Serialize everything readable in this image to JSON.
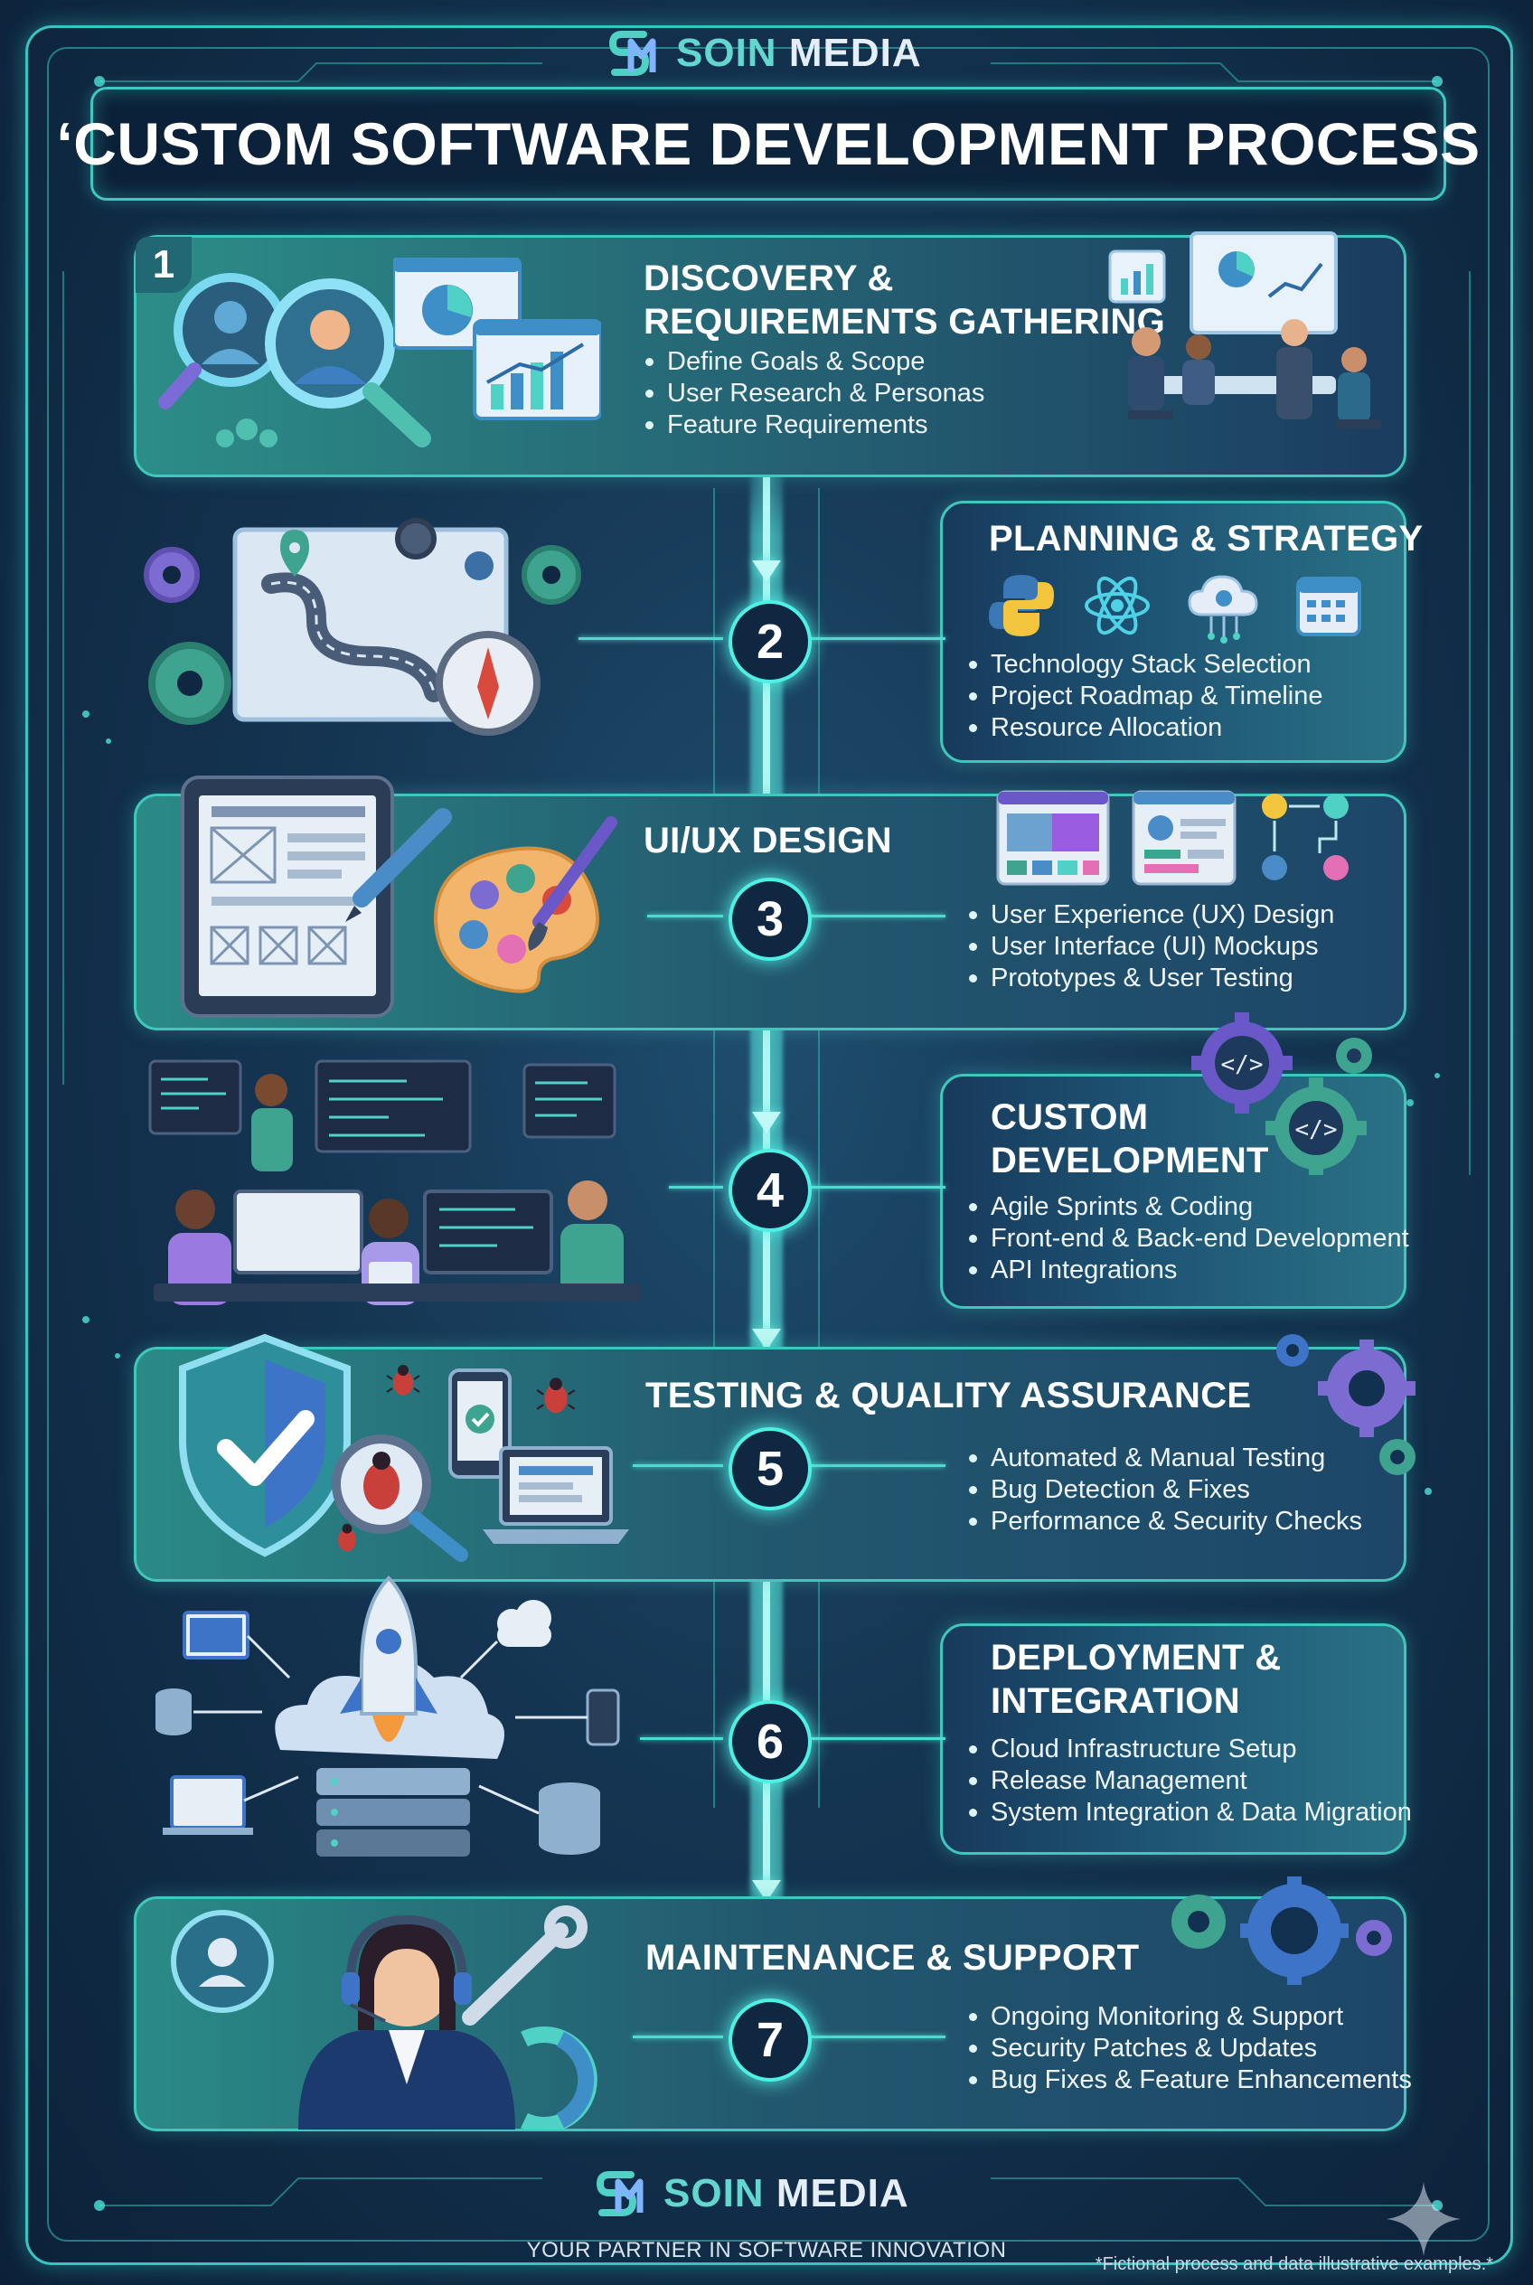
{
  "brand": {
    "name_part1": "SOIN",
    "name_part2": "MEDIA",
    "monogram": "SM"
  },
  "title": "‘CUSTOM SOFTWARE DEVELOPMENT PROCESS",
  "steps": [
    {
      "number": "1",
      "heading_line1": "DISCOVERY &",
      "heading_line2": "REQUIREMENTS GATHERING",
      "bullets": [
        "Define Goals & Scope",
        "User Research & Personas",
        "Feature Requirements"
      ]
    },
    {
      "number": "2",
      "heading_line1": "PLANNING & STRATEGY",
      "heading_line2": "",
      "bullets": [
        "Technology Stack Selection",
        "Project Roadmap & Timeline",
        "Resource Allocation"
      ]
    },
    {
      "number": "3",
      "heading_line1": "UI/UX DESIGN",
      "heading_line2": "",
      "bullets": [
        "User Experience (UX) Design",
        "User Interface (UI) Mockups",
        "Prototypes & User Testing"
      ]
    },
    {
      "number": "4",
      "heading_line1": "CUSTOM",
      "heading_line2": "DEVELOPMENT",
      "bullets": [
        "Agile Sprints & Coding",
        "Front-end & Back-end Development",
        "API Integrations"
      ]
    },
    {
      "number": "5",
      "heading_line1": "TESTING & QUALITY ASSURANCE",
      "heading_line2": "",
      "bullets": [
        "Automated & Manual Testing",
        "Bug Detection & Fixes",
        "Performance & Security Checks"
      ]
    },
    {
      "number": "6",
      "heading_line1": "DEPLOYMENT &",
      "heading_line2": "INTEGRATION",
      "bullets": [
        "Cloud Infrastructure Setup",
        "Release Management",
        "System Integration & Data Migration"
      ]
    },
    {
      "number": "7",
      "heading_line1": "MAINTENANCE & SUPPORT",
      "heading_line2": "",
      "bullets": [
        "Ongoing Monitoring & Support",
        "Security Patches & Updates",
        "Bug Fixes & Feature Enhancements"
      ]
    }
  ],
  "footer": {
    "tagline": "YOUR PARTNER IN SOFTWARE INNOVATION",
    "footnote": "*Fictional process and data illustrative examples.*"
  },
  "icons": [
    "logo-icon",
    "magnifier-user-icon",
    "chart-window-icon",
    "meeting-icon",
    "roadmap-map-icon",
    "gear-icon",
    "compass-icon",
    "python-icon",
    "react-icon",
    "cloud-icon",
    "calendar-icon",
    "wireframe-tablet-icon",
    "pencil-icon",
    "palette-icon",
    "ui-card-icon",
    "flow-icon",
    "developers-icon",
    "code-gear-icon",
    "shield-check-icon",
    "bug-icon",
    "phone-check-icon",
    "laptop-icon",
    "rocket-cloud-icon",
    "server-icon",
    "database-icon",
    "support-agent-icon",
    "wrench-icon",
    "refresh-icon",
    "sparkle-icon"
  ],
  "colors": {
    "accent": "#3fc7bd",
    "glow": "#4ff0e4",
    "background": "#0f2741",
    "brand": "#63d6d0"
  }
}
